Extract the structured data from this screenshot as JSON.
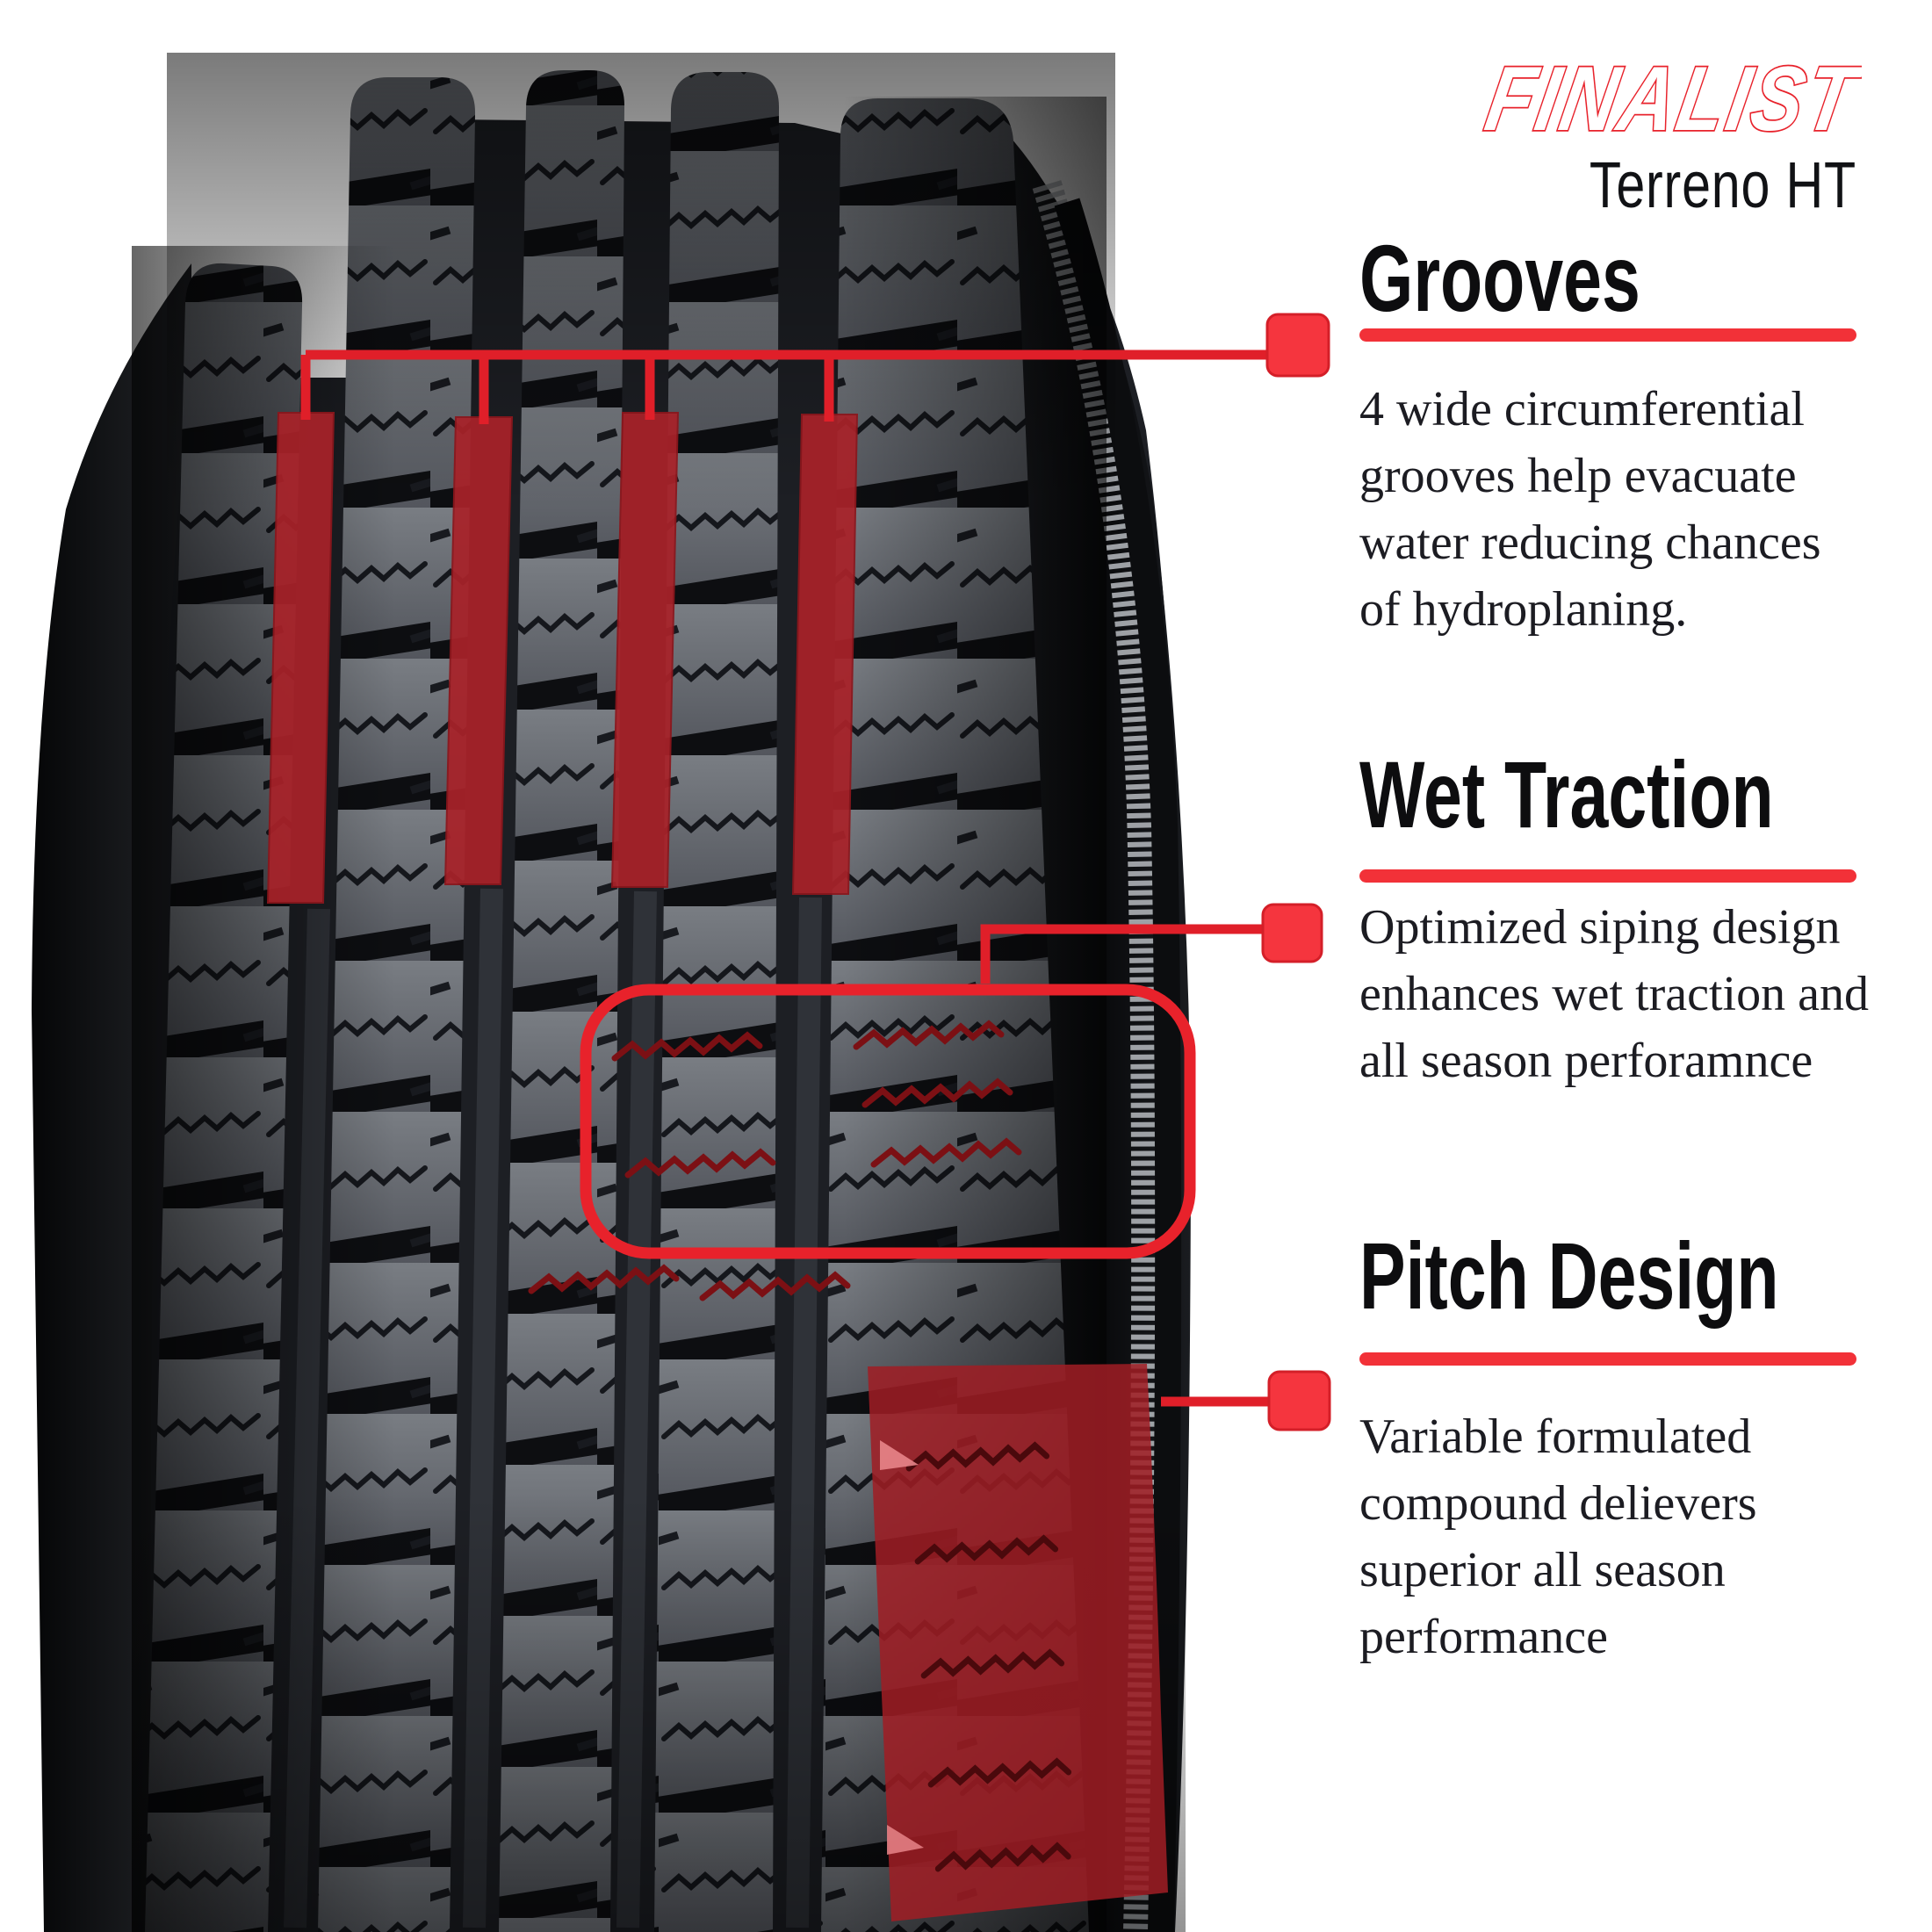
{
  "brand": {
    "logo": "FINALIST",
    "model": "Terreno HT"
  },
  "accent_color": "#e8222b",
  "marker_color": "#f5353e",
  "highlight_color": "#a82229",
  "sections": [
    {
      "id": "grooves",
      "title": "Grooves",
      "body": "4 wide circumferential\ngrooves help evacuate\nwater reducing chances\nof hydroplaning."
    },
    {
      "id": "wet-traction",
      "title": "Wet Traction",
      "body": "Optimized siping design\nenhances wet traction and\nall season perforamnce"
    },
    {
      "id": "pitch-design",
      "title": "Pitch Design",
      "body": "Variable formulated\ncompound delievers\nsuperior all season\nperformance"
    }
  ]
}
